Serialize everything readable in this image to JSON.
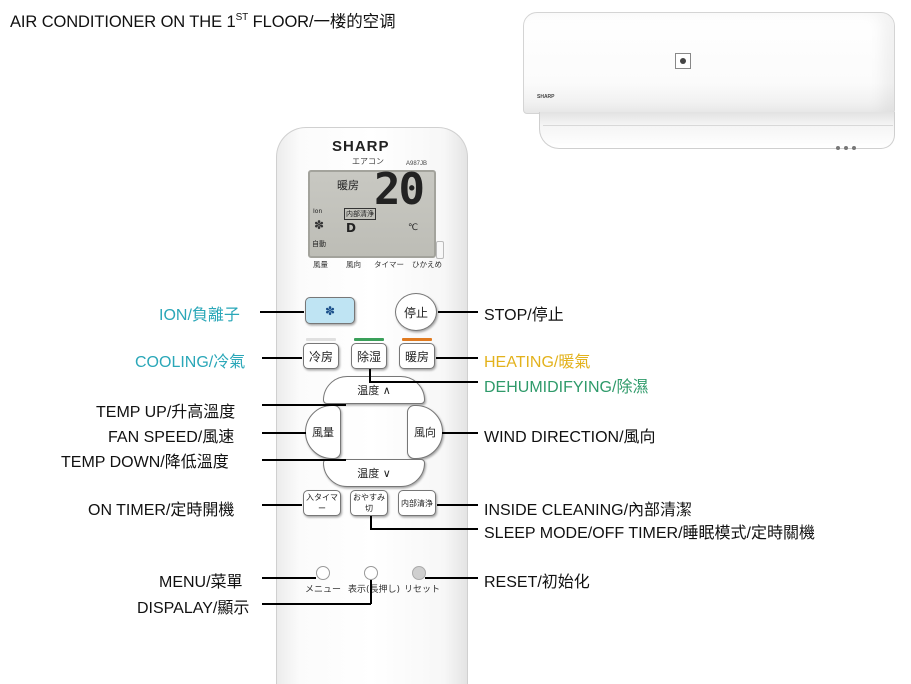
{
  "title": {
    "main": "AIR CONDITIONER ON THE 1",
    "sup": "ST",
    "rest": " FLOOR/一楼的空调"
  },
  "ac_unit": {
    "brand": "SHARP"
  },
  "remote": {
    "brand": "SHARP",
    "subtitle": "エアコン",
    "model": "A987JB",
    "display": {
      "mode": "暖房",
      "temperature": "20",
      "unit": "℃",
      "ion": "Ion",
      "inside_cleaning": "内部清浄",
      "fan": "D",
      "auto": "自動"
    },
    "display_labels": [
      "風量",
      "風向",
      "タイマー",
      "ひかえめ"
    ],
    "buttons": {
      "stop": "停止",
      "cool": "冷房",
      "dehumid": "除湿",
      "heat": "暖房",
      "temp_up": "温度 ∧",
      "temp_down": "温度 ∨",
      "fan": "風量",
      "wind": "風向",
      "on_timer": "入タイマー",
      "sleep": "おやすみ切",
      "inside_clean": "内部清浄"
    },
    "bottom_labels": {
      "menu": "メニュー",
      "display": "表示(長押し)",
      "reset": "リセット"
    }
  },
  "callouts": {
    "ion": "ION/負離子",
    "cooling": "COOLING/冷氣",
    "temp_up": "TEMP UP/升高溫度",
    "fan_speed": "FAN SPEED/風速",
    "temp_down": "TEMP DOWN/降低溫度",
    "on_timer": "ON TIMER/定時開機",
    "menu": "MENU/菜單",
    "display": "DISPALAY/顯示",
    "stop": "STOP/停止",
    "heating": "HEATING/暖氣",
    "dehumidifying": "DEHUMIDIFYING/除濕",
    "wind_direction": "WIND DIRECTION/風向",
    "inside_cleaning": "INSIDE CLEANING/內部清潔",
    "sleep_mode": "SLEEP MODE/OFF TIMER/睡眠模式/定時關機",
    "reset": "RESET/初始化"
  },
  "colors": {
    "ion_label": "#2aa7b8",
    "cooling_label": "#2aa7b8",
    "heating_label": "#e3b21c",
    "dehumid_label": "#2f9a6a",
    "ion_button": "#bfe4f3",
    "cool_stripe": "#e0e0e0",
    "dehumid_stripe": "#3aa05a",
    "heat_stripe": "#e07a20"
  }
}
